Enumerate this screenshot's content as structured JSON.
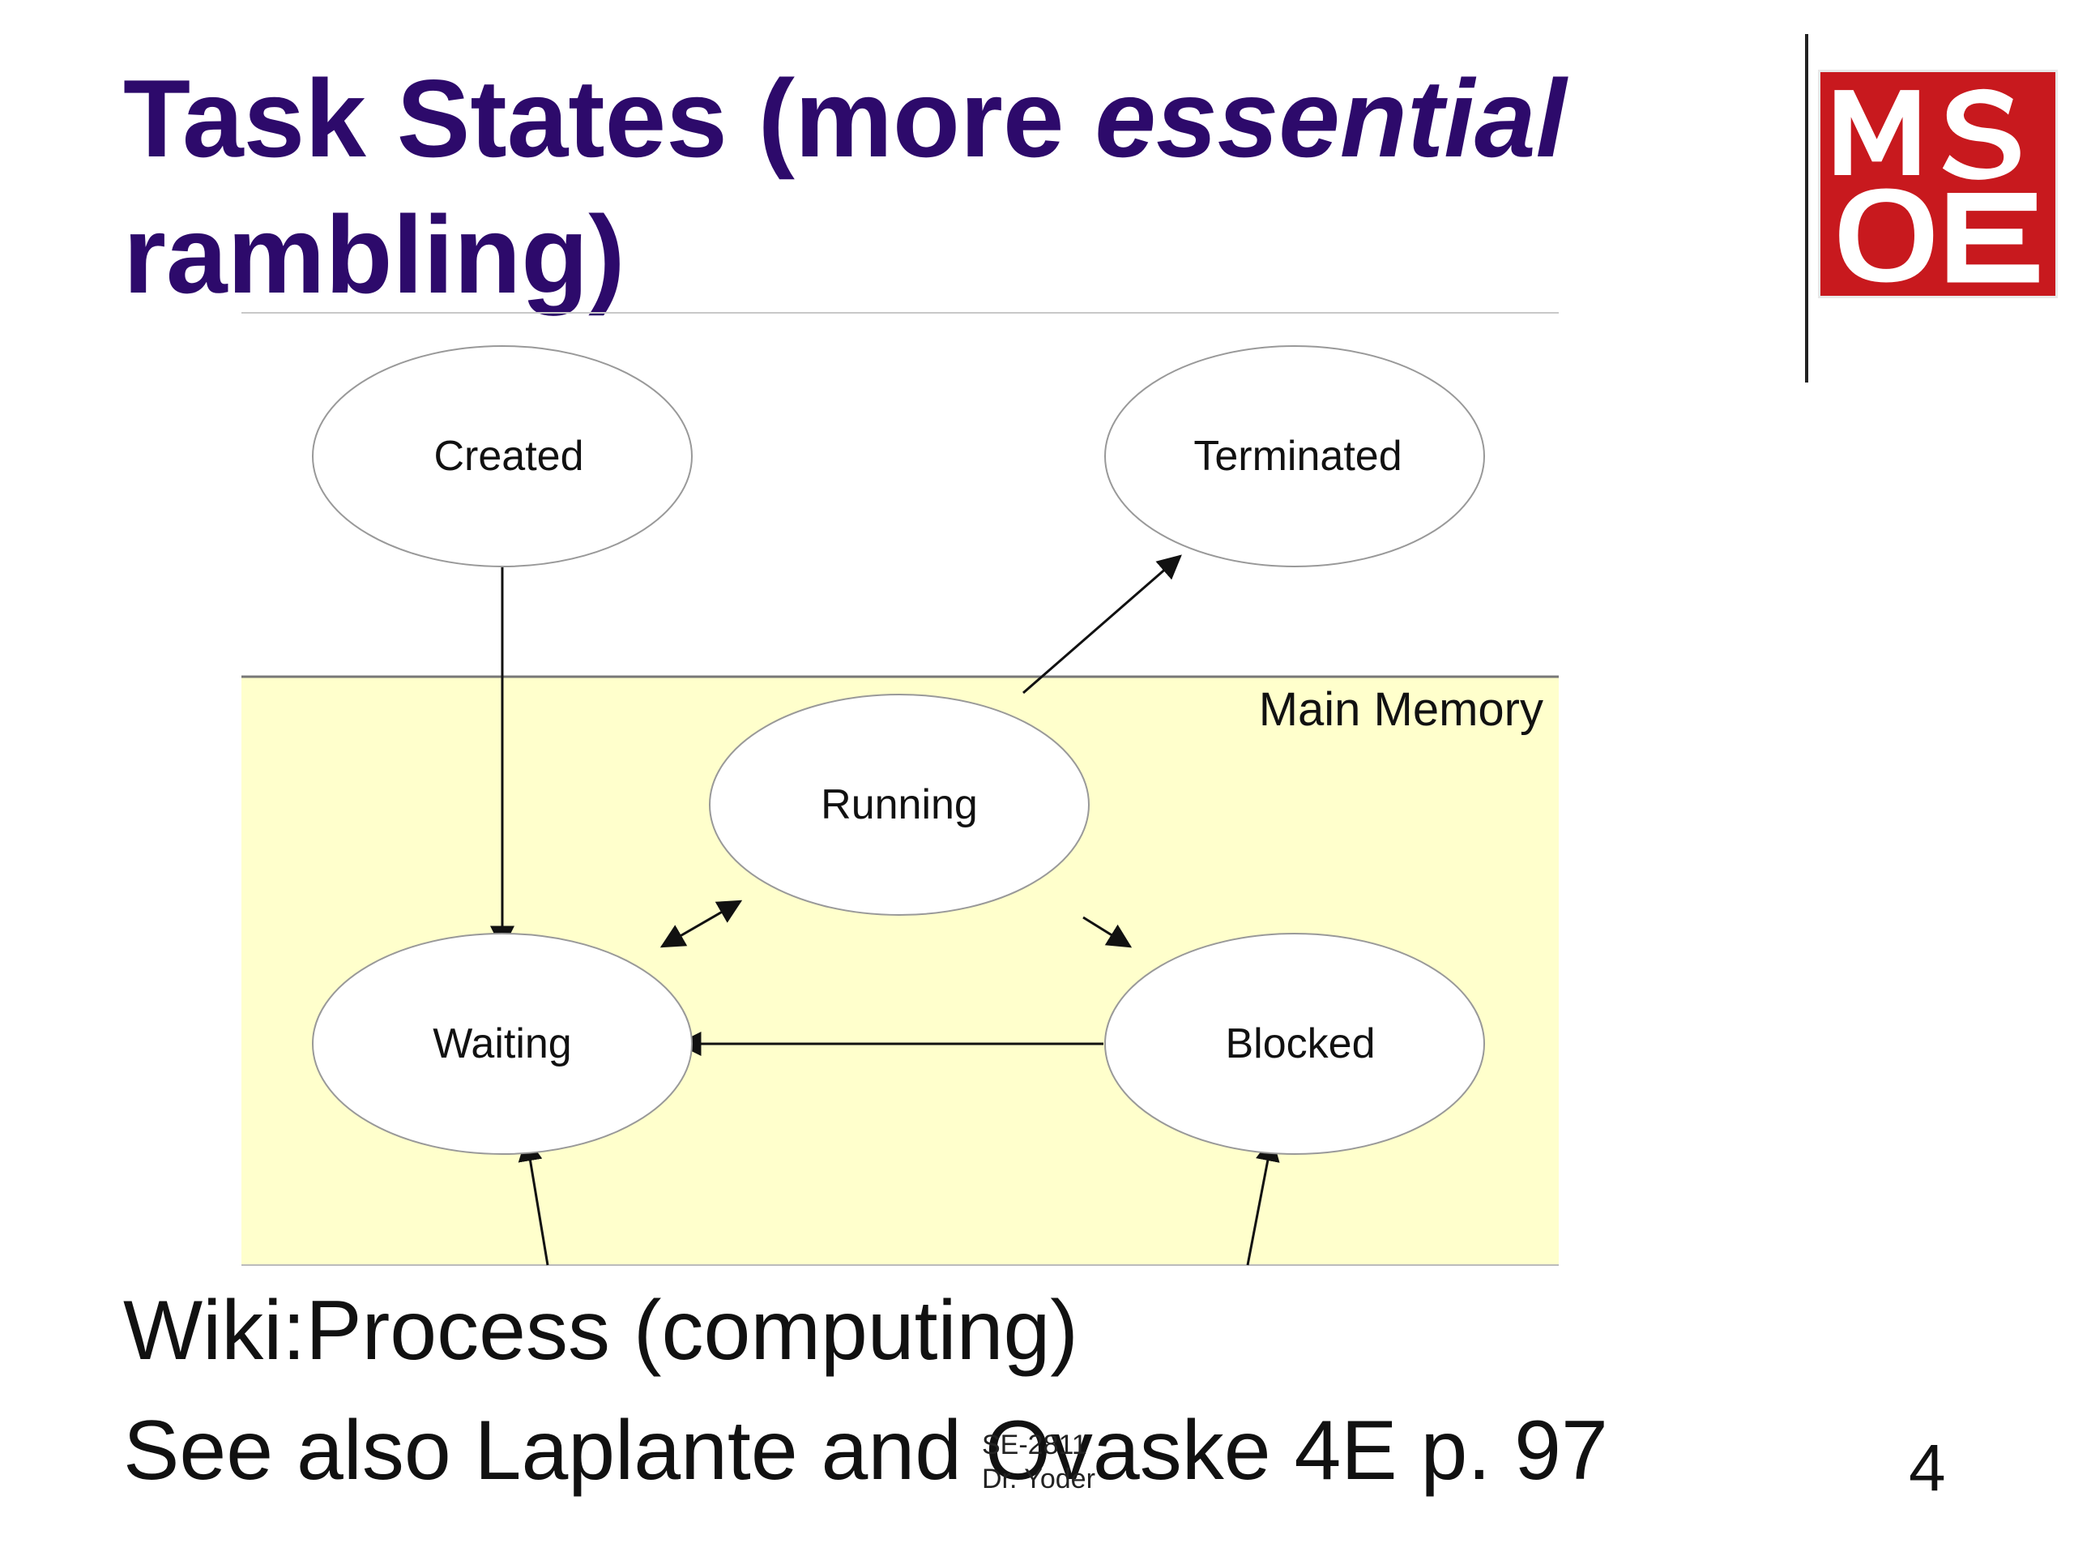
{
  "slide": {
    "title_part1": "Task States (more ",
    "title_italic": "essential",
    "title_part2": "rambling)",
    "logo_letters": "MSOE",
    "body_line1": "Wiki:Process (computing)",
    "body_line2": "See also Laplante and Ovaske 4E p. 97",
    "footer_line1": "SE-2811",
    "footer_line2": "Dr. Yoder",
    "page_number": "4"
  },
  "diagram": {
    "region_label": "Main Memory",
    "states": {
      "created": "Created",
      "terminated": "Terminated",
      "running": "Running",
      "waiting": "Waiting",
      "blocked": "Blocked"
    },
    "colors": {
      "main_memory_fill": "#ffffcc",
      "title": "#2d0a6b",
      "logo": "#c8191e"
    }
  }
}
